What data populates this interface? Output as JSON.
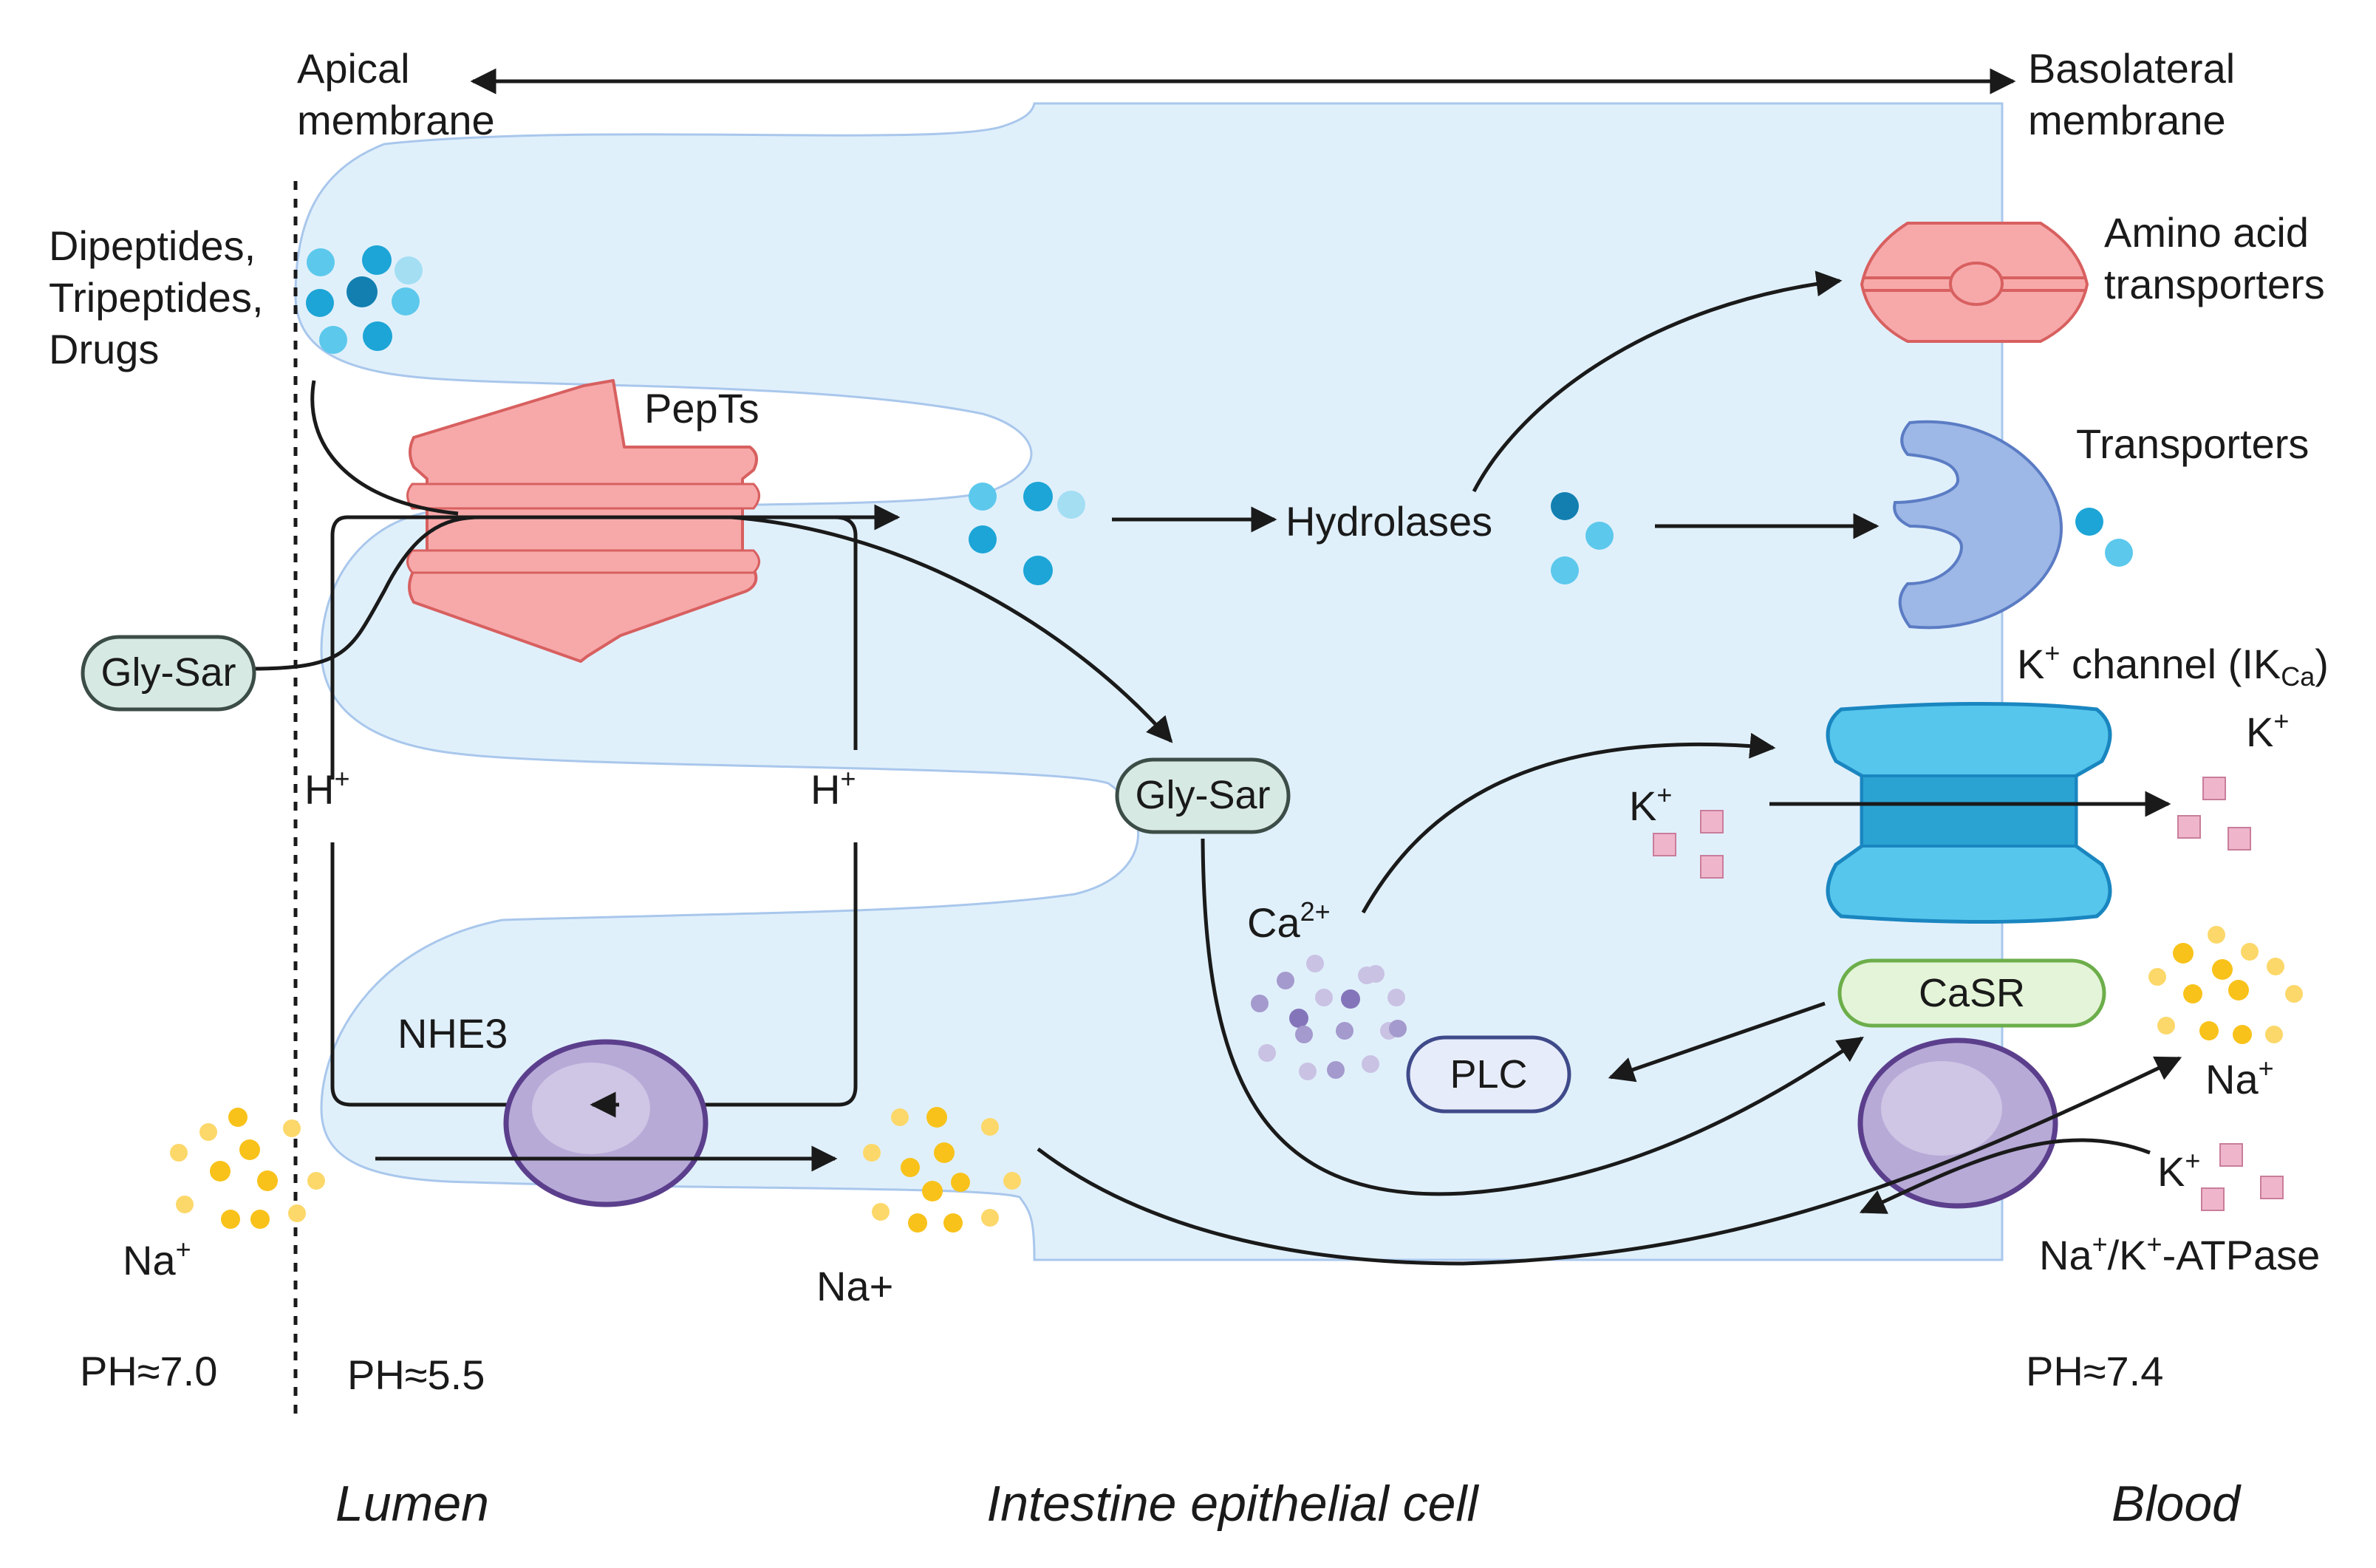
{
  "membranes": {
    "apical": [
      "Apical",
      "membrane"
    ],
    "basolateral": [
      "Basolateral",
      "membrane"
    ]
  },
  "substrates": [
    "Dipeptides,",
    "Tripeptides,",
    "Drugs"
  ],
  "transporters": {
    "pepts": "PepTs",
    "amino_acid": [
      "Amino acid",
      "transporters"
    ],
    "generic": "Transporters",
    "k_channel": {
      "main": "K",
      "sup": "+",
      "rest": " channel (IK",
      "sub": "Ca",
      "close": ")"
    },
    "nhe3": "NHE3",
    "casr": "CaSR",
    "plc": "PLC",
    "atpase": {
      "na": "Na",
      "plus1": "+",
      "slash": "/K",
      "plus2": "+",
      "rest": "-ATPase"
    }
  },
  "molecules": {
    "gly_sar": "Gly-Sar",
    "hydrolases": "Hydrolases",
    "proton": {
      "base": "H",
      "sup": "+"
    },
    "potassium": {
      "base": "K",
      "sup": "+"
    },
    "calcium": {
      "base": "Ca",
      "sup": "2+"
    },
    "sodium": {
      "base": "Na",
      "sup": "+"
    },
    "sodium_plain": "Na+"
  },
  "ph": {
    "lumen": "PH≈7.0",
    "apical": "PH≈5.5",
    "blood": "PH≈7.4"
  },
  "regions": {
    "lumen": "Lumen",
    "cell": "Intestine epithelial cell",
    "blood": "Blood"
  },
  "colors": {
    "cell_fill": "#e0f0fb",
    "cell_outline": "#a9c7ec",
    "pept_fill": "#f7a9aa",
    "pept_stroke": "#d86060",
    "nhe3_fill": "#b7aad7",
    "nhe3_stroke": "#5b3f8c",
    "channel_fill": "#57c6ec",
    "channel_stroke": "#1a86c0",
    "casr_fill": "#e4f4d8",
    "casr_stroke": "#6cae4a",
    "plc_fill": "#e7ecfa",
    "plc_stroke": "#3f4a8a",
    "glysar_fill": "#d7e9e3",
    "glysar_stroke": "#3c4d48",
    "peptide_dot": "#1ca5d6",
    "sodium_dot": "#f8c21a",
    "potassium_sq": "#efb6cb",
    "calcium_dot": "#a49acd"
  }
}
